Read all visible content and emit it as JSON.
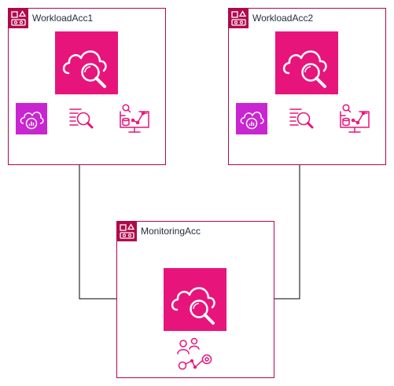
{
  "colors": {
    "accent": "#e7157b",
    "border": "#b0084d",
    "purple": "#c925d1",
    "text": "#232f3e",
    "line": "#000000"
  },
  "accounts": [
    {
      "label": "WorkloadAcc1",
      "icons": [
        "cloudwatch-icon",
        "cloudwatch-metrics-icon",
        "cloudwatch-logs-icon",
        "xray-traces-icon"
      ]
    },
    {
      "label": "WorkloadAcc2",
      "icons": [
        "cloudwatch-icon",
        "cloudwatch-metrics-icon",
        "cloudwatch-logs-icon",
        "xray-traces-icon"
      ]
    },
    {
      "label": "MonitoringAcc",
      "icons": [
        "cloudwatch-icon",
        "cross-account-observability-icon"
      ]
    }
  ]
}
